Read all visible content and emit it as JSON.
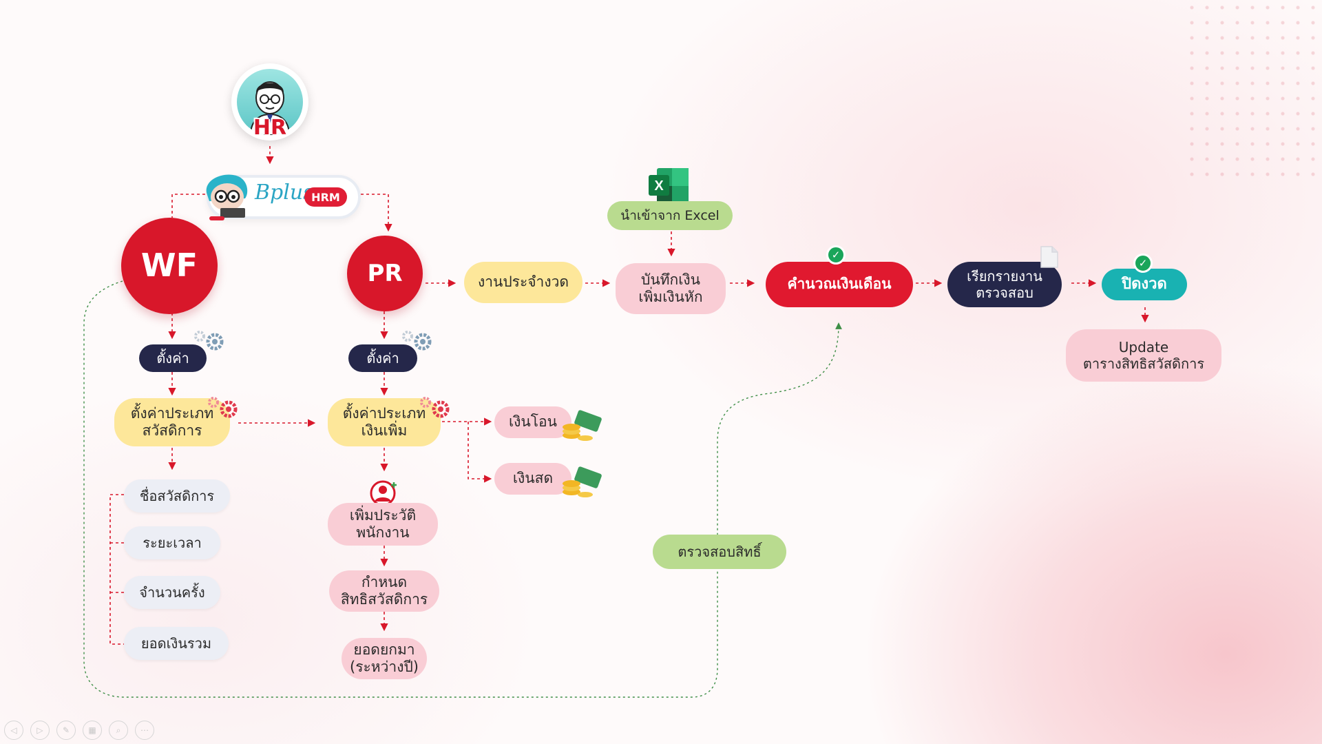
{
  "hr": {
    "label": "HR"
  },
  "bplus": {
    "brand": "Bplus",
    "badge": "HRM"
  },
  "wf": {
    "label": "WF"
  },
  "pr": {
    "label": "PR"
  },
  "wf_branch": {
    "settings": "ตั้งค่า",
    "welfare_type": [
      "ตั้งค่าประเภท",
      "สวัสดิการ"
    ],
    "items": [
      "ชื่อสวัสดิการ",
      "ระยะเวลา",
      "จำนวนครั้ง",
      "ยอดเงินรวม"
    ]
  },
  "pr_branch": {
    "settings": "ตั้งค่า",
    "bonus_type": [
      "ตั้งค่าประเภท",
      "เงินเพิ่ม"
    ],
    "transfer": "เงินโอน",
    "cash": "เงินสด",
    "add_history": [
      "เพิ่มประวัติ",
      "พนักงาน"
    ],
    "set_rights": [
      "กำหนด",
      "สิทธิสวัสดิการ"
    ],
    "carry_forward": [
      "ยอดยกมา",
      "(ระหว่างปี)"
    ]
  },
  "flow": {
    "period_work": "งานประจำงวด",
    "import_excel": "นำเข้าจาก Excel",
    "excel_icon_letter": "X",
    "record_pay": [
      "บันทึกเงิน",
      "เพิ่มเงินหัก"
    ],
    "calc_salary": "คำนวณเงินเดือน",
    "reports": [
      "เรียกรายงาน",
      "ตรวจสอบ"
    ],
    "close_period": "ปิดงวด",
    "update_table": [
      "Update",
      "ตารางสิทธิสวัสดิการ"
    ],
    "check_rights": "ตรวจสอบสิทธิ์"
  },
  "colors": {
    "red": "#d8172a",
    "navy": "#25274a",
    "yellow": "#fde79a",
    "pink": "#f9cdd5",
    "teal": "#19b2b2",
    "green": "#b9db8f"
  }
}
